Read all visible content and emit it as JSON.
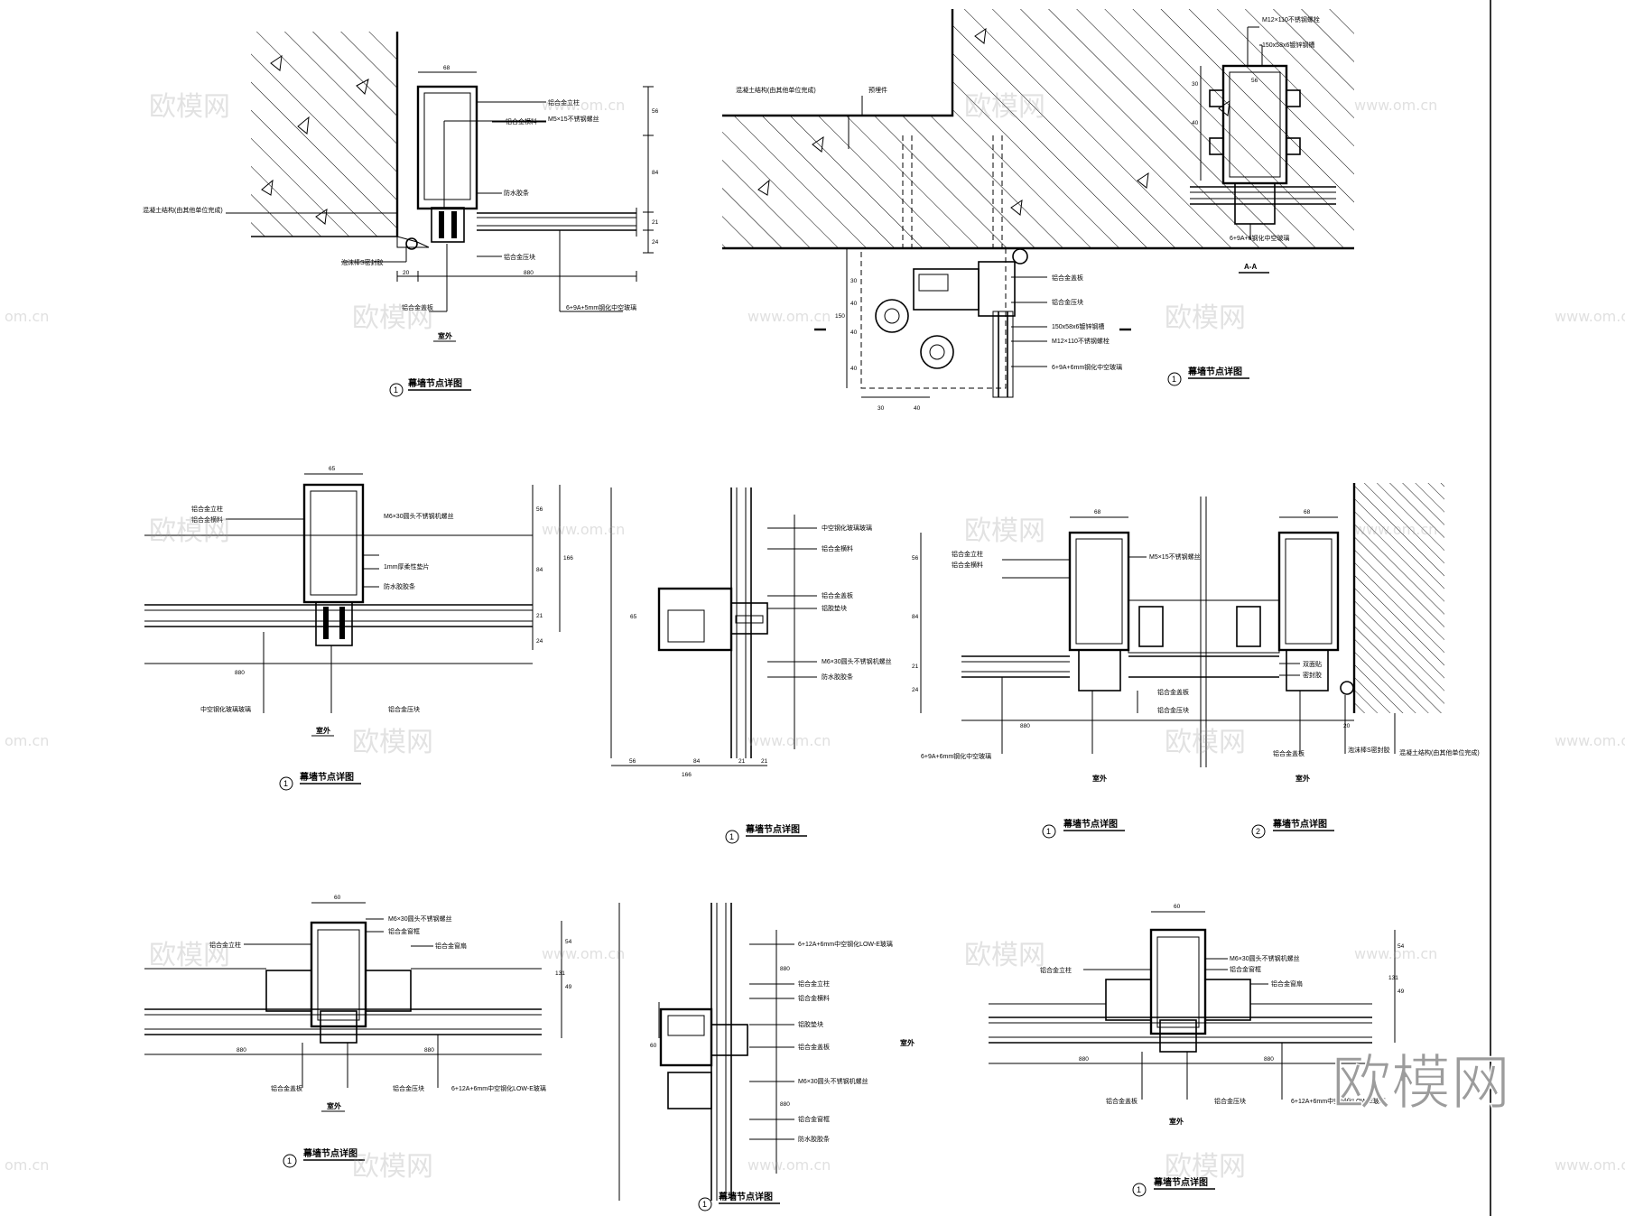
{
  "watermark": {
    "brand_big": "欧模网",
    "brand_small": "欧模网",
    "url": "www.om.cn",
    "url_edge": "om.cn"
  },
  "detail_title": "幕墙节点详图",
  "indoor_label": "室外",
  "section_label": "A-A",
  "marks": {
    "one": "1",
    "two": "2"
  },
  "details": {
    "d1": {
      "labels": [
        "铝合金立柱",
        "M5×15不锈钢螺丝",
        "铝合金横料",
        "防水胶条",
        "混凝土结构(由其他单位完成)",
        "铝合金压块",
        "泡沫棒S密封胶",
        "铝合金盖板",
        "6+9A+5mm钢化中空玻璃"
      ],
      "dims": [
        "68",
        "56",
        "84",
        "21",
        "24",
        "20",
        "880"
      ]
    },
    "d2": {
      "labels": [
        "混凝土结构(由其他单位完成)",
        "预埋件",
        "铝合金盖板",
        "铝合金压块",
        "150x58x6镀锌钢槽",
        "M12×110不锈钢螺栓",
        "6+9A+6mm钢化中空玻璃"
      ],
      "dims": [
        "30",
        "40",
        "150",
        "40",
        "40",
        "30",
        "40"
      ]
    },
    "d3": {
      "labels": [
        "M12×110不锈钢螺栓",
        "150x58x6镀锌钢槽",
        "6+9A+6钢化中空玻璃"
      ],
      "dims": [
        "56",
        "30",
        "40"
      ]
    },
    "d4": {
      "labels": [
        "铝合金立柱",
        "铝合金横料",
        "M6×30圆头不锈钢机螺丝",
        "1mm厚柔性垫片",
        "防水胶胶条",
        "中空钢化玻璃玻璃",
        "铝合金压块"
      ],
      "dims": [
        "65",
        "56",
        "84",
        "21",
        "24",
        "166",
        "880"
      ]
    },
    "d5": {
      "labels": [
        "中空钢化玻璃玻璃",
        "铝合金横料",
        "铝合金盖板",
        "铝胶垫块",
        "M6×30圆头不锈钢机螺丝",
        "防水胶胶条"
      ],
      "dims": [
        "56",
        "84",
        "21",
        "21",
        "166",
        "65"
      ]
    },
    "d6": {
      "labels": [
        "铝合金立柱",
        "铝合金横料",
        "M5×15不锈钢螺丝",
        "铝合金盖板",
        "铝合金压块",
        "6+9A+6mm钢化中空玻璃",
        "铝合金盖板",
        "双面贴",
        "密封胶",
        "泡沫棒S密封胶",
        "混凝土结构(由其他单位完成)"
      ],
      "dims": [
        "68",
        "68",
        "56",
        "84",
        "21",
        "24",
        "880",
        "20"
      ]
    },
    "d7": {
      "labels": [
        "铝合金立柱",
        "M6×30圆头不锈钢螺丝",
        "铝合金窗框",
        "铝合金窗扇",
        "铝合金盖板",
        "铝合金压块",
        "6+12A+6mm中空钢化LOW-E玻璃"
      ],
      "dims": [
        "60",
        "54",
        "49",
        "131",
        "880",
        "880"
      ]
    },
    "d8": {
      "labels": [
        "6+12A+6mm中空钢化LOW-E玻璃",
        "铝合金立柱",
        "铝合金横料",
        "铝胶垫块",
        "铝合金盖板",
        "M6×30圆头不锈钢机螺丝",
        "铝合金窗框",
        "防水胶胶条"
      ],
      "dims": [
        "880",
        "60",
        "880"
      ]
    },
    "d9": {
      "labels": [
        "铝合金立柱",
        "M6×30圆头不锈钢机螺丝",
        "铝合金窗框",
        "铝合金窗扇",
        "铝合金盖板",
        "铝合金压块",
        "6+12A+6mm中空钢化LOW-E玻璃"
      ],
      "dims": [
        "60",
        "54",
        "49",
        "131",
        "880",
        "880"
      ]
    }
  }
}
